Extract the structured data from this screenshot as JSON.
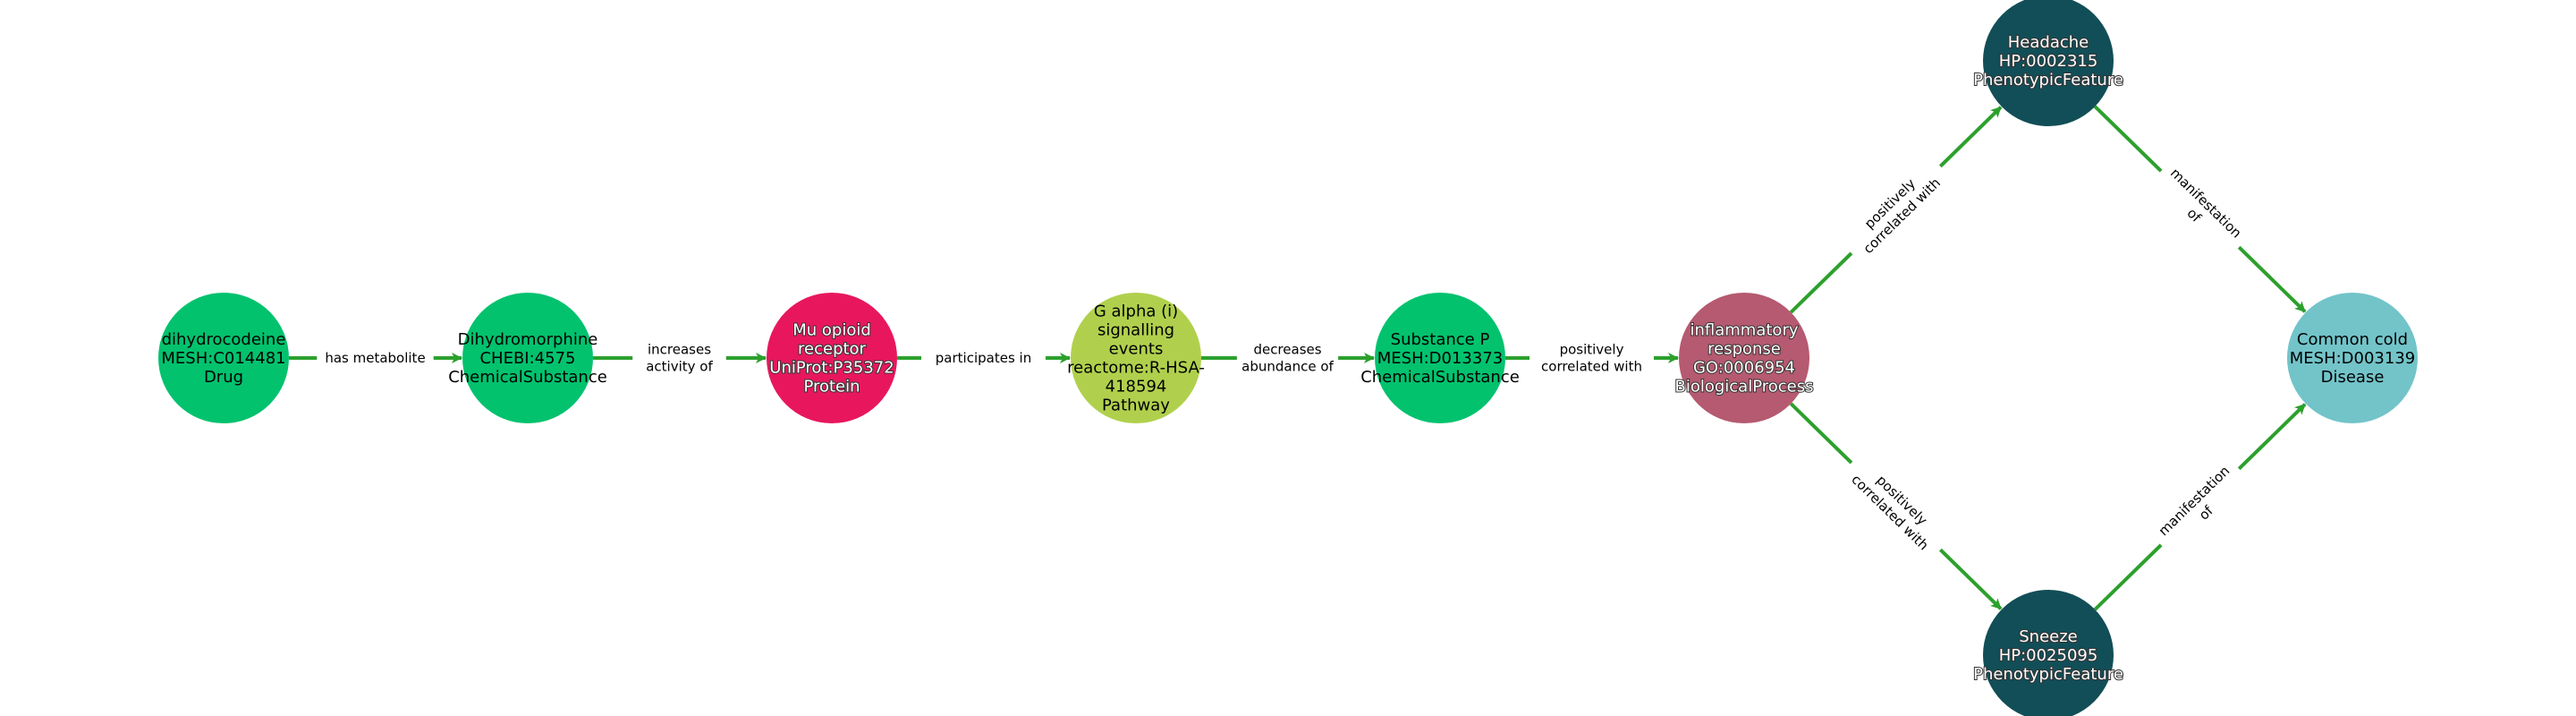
{
  "colors": {
    "edge": "#2ca02c",
    "background": "#ffffff"
  },
  "nodes": [
    {
      "id": "dihydrocodeine",
      "lines": [
        "dihydrocodeine",
        "MESH:C014481",
        "Drug"
      ],
      "color": "#02c26e",
      "dark_text": false
    },
    {
      "id": "dihydromorphine",
      "lines": [
        "Dihydromorphine",
        "CHEBI:4575",
        "ChemicalSubstance"
      ],
      "color": "#02c26e",
      "dark_text": false
    },
    {
      "id": "mu-opioid-receptor",
      "lines": [
        "Mu opioid",
        "receptor",
        "UniProt:P35372",
        "Protein"
      ],
      "color": "#e8175d",
      "dark_text": true
    },
    {
      "id": "g-alpha-signalling",
      "lines": [
        "G alpha (i)",
        "signalling",
        "events",
        "reactome:R-HSA-",
        "418594",
        "Pathway"
      ],
      "color": "#b0d04d",
      "dark_text": false
    },
    {
      "id": "substance-p",
      "lines": [
        "Substance P",
        "MESH:D013373",
        "ChemicalSubstance"
      ],
      "color": "#02c26e",
      "dark_text": false
    },
    {
      "id": "inflammatory-response",
      "lines": [
        "inflammatory",
        "response",
        "GO:0006954",
        "BiologicalProcess"
      ],
      "color": "#b55a70",
      "dark_text": true
    },
    {
      "id": "headache",
      "lines": [
        "Headache",
        "HP:0002315",
        "PhenotypicFeature"
      ],
      "color": "#124e57",
      "dark_text": true
    },
    {
      "id": "sneeze",
      "lines": [
        "Sneeze",
        "HP:0025095",
        "PhenotypicFeature"
      ],
      "color": "#124e57",
      "dark_text": true
    },
    {
      "id": "common-cold",
      "lines": [
        "Common cold",
        "MESH:D003139",
        "Disease"
      ],
      "color": "#72c4c9",
      "dark_text": false
    }
  ],
  "edges": [
    {
      "from": "dihydrocodeine",
      "to": "dihydromorphine",
      "lines": [
        "has metabolite"
      ]
    },
    {
      "from": "dihydromorphine",
      "to": "mu-opioid-receptor",
      "lines": [
        "increases",
        "activity of"
      ]
    },
    {
      "from": "mu-opioid-receptor",
      "to": "g-alpha-signalling",
      "lines": [
        "participates in"
      ]
    },
    {
      "from": "g-alpha-signalling",
      "to": "substance-p",
      "lines": [
        "decreases",
        "abundance of"
      ]
    },
    {
      "from": "substance-p",
      "to": "inflammatory-response",
      "lines": [
        "positively",
        "correlated with"
      ]
    },
    {
      "from": "inflammatory-response",
      "to": "headache",
      "lines": [
        "positively",
        "correlated with"
      ]
    },
    {
      "from": "inflammatory-response",
      "to": "sneeze",
      "lines": [
        "positively",
        "correlated with"
      ]
    },
    {
      "from": "headache",
      "to": "common-cold",
      "lines": [
        "manifestation",
        "of"
      ]
    },
    {
      "from": "sneeze",
      "to": "common-cold",
      "lines": [
        "manifestation",
        "of"
      ]
    }
  ]
}
